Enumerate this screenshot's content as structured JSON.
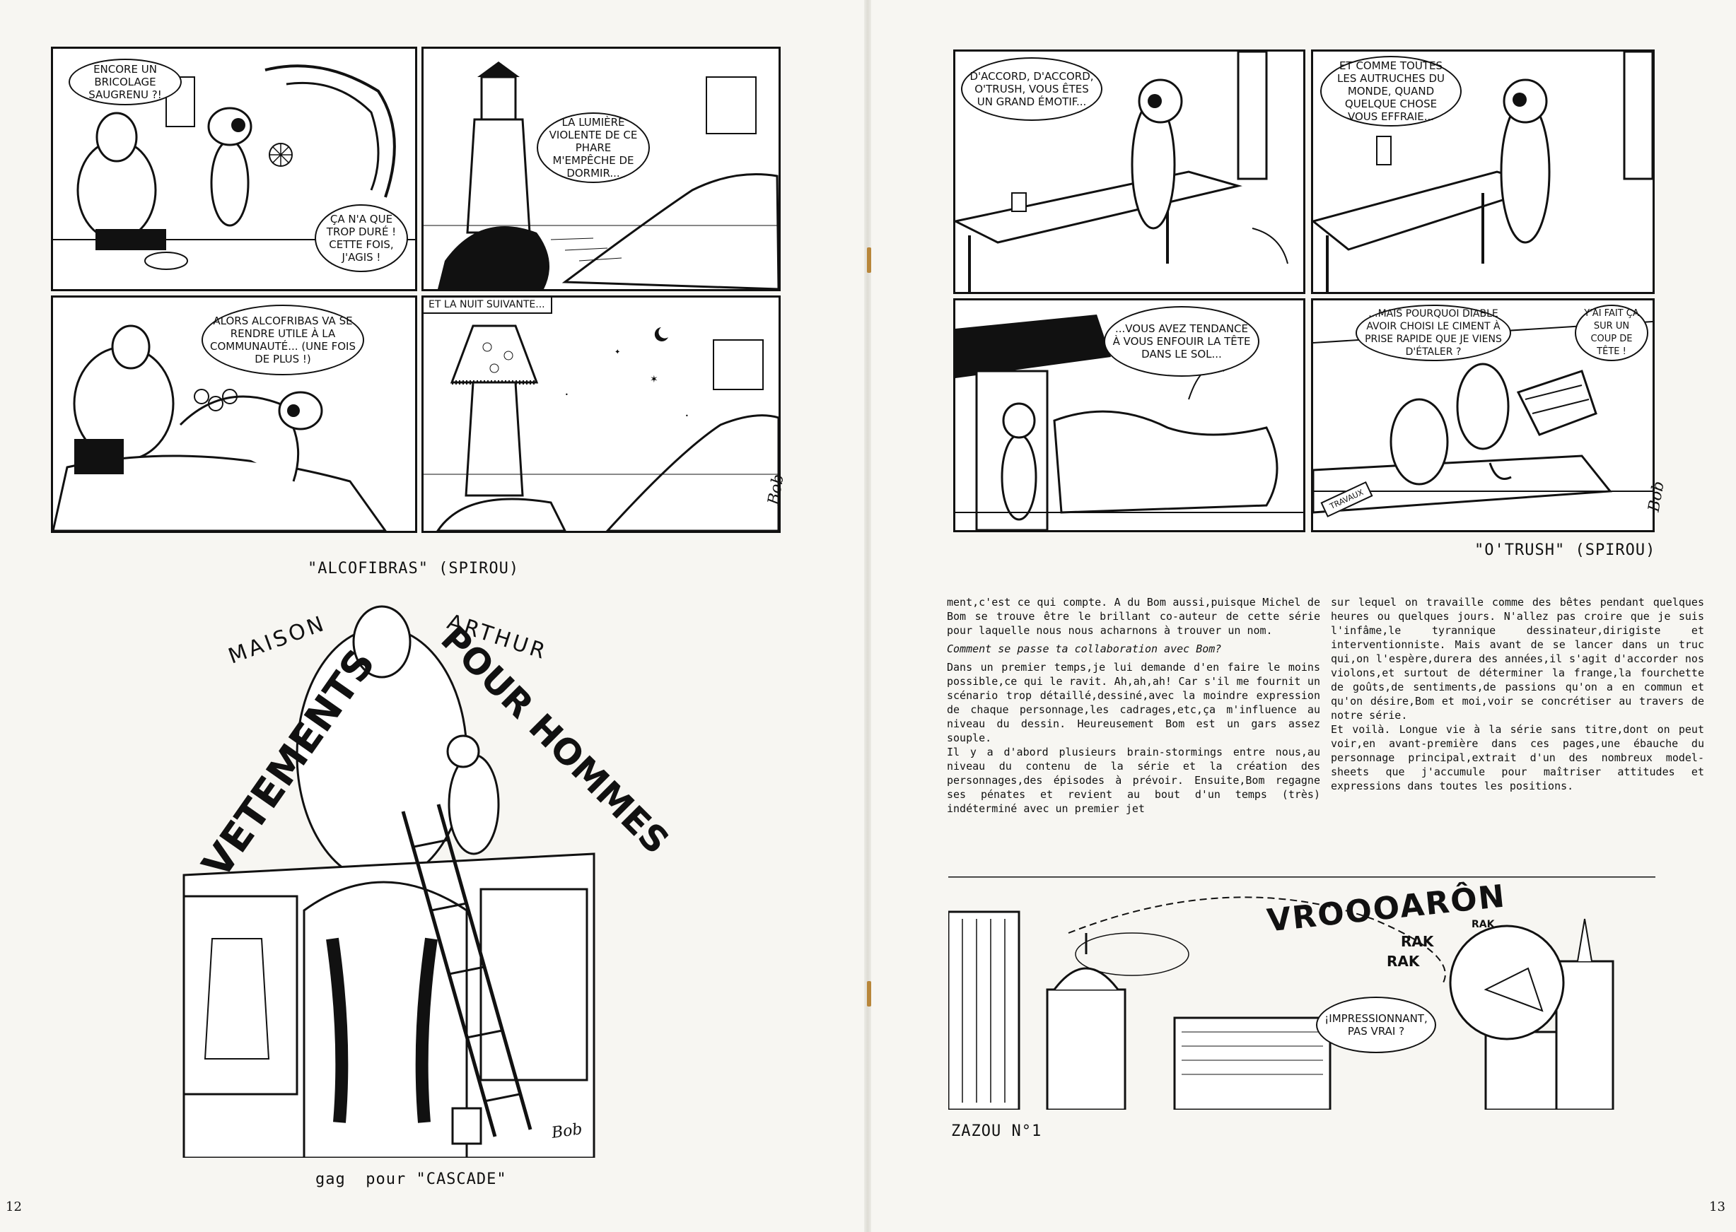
{
  "left_page": {
    "strip": {
      "panels": [
        {
          "bubbles": [
            "ENCORE UN BRICOLAGE SAUGRENU ?!",
            "ÇA N'A QUE TROP DURÉ ! CETTE FOIS, J'AGIS !"
          ]
        },
        {
          "bubbles": [
            "LA LUMIÈRE VIOLENTE DE CE PHARE M'EMPÊCHE DE DORMIR..."
          ]
        },
        {
          "bubbles": [
            "ALORS ALCOFRIBAS VA SE RENDRE UTILE À LA COMMUNAUTÉ... (UNE FOIS DE PLUS !)"
          ]
        },
        {
          "caption": "ET LA NUIT SUIVANTE..."
        }
      ],
      "signature": "Bob"
    },
    "strip_caption": "\"ALCOFIBRAS\" (SPIROU)",
    "illustration": {
      "sign_top_left": "MAISON",
      "sign_top_right": "ARTHUR",
      "sign_main_left": "VETEMENTS",
      "sign_main_right": "POUR HOMMES",
      "signature": "Bob"
    },
    "illustration_caption": "gag  pour \"CASCADE\"",
    "page_number": "12"
  },
  "right_page": {
    "strip": {
      "panels": [
        {
          "bubbles": [
            "D'ACCORD, D'ACCORD, O'TRUSH, VOUS ÊTES UN GRAND ÉMOTIF..."
          ]
        },
        {
          "bubbles": [
            "ET COMME TOUTES LES AUTRUCHES DU MONDE, QUAND QUELQUE CHOSE VOUS EFFRAIE..."
          ]
        },
        {
          "bubbles": [
            "...VOUS AVEZ TENDANCE À VOUS ENFOUIR LA TÊTE DANS LE SOL..."
          ]
        },
        {
          "bubbles": [
            "...MAIS POURQUOI DIABLE AVOIR CHOISI LE CIMENT À PRISE RAPIDE QUE JE VIENS D'ÉTALER ?",
            "Y'AI FAIT ÇA SUR UN COUP DE TÊTE !"
          ],
          "sign": "TRAVAUX"
        }
      ],
      "signature": "Bob"
    },
    "strip_caption": "\"O'TRUSH\" (SPIROU)",
    "article": {
      "col1": [
        "ment,c'est  ce qui compte.  A du Bom aussi,puisque Michel de Bom se trouve être le brillant co-auteur de cette série pour laquelle nous nous acharnons à trouver un nom.",
        "Comment se passe ta collaboration avec Bom?",
        "Dans un premier temps,je lui demande d'en faire le moins possible,ce qui le ravit. Ah,ah,ah! Car s'il me fournit un scénario trop  détaillé,dessiné,avec la moindre expression de chaque personnage,les cadrages,etc,ça m'influence au niveau du dessin. Heureusement Bom est un gars assez souple.",
        "Il y a d'abord plusieurs brain-stormings entre nous,au niveau du contenu de la série  et la création  des personnages,des épisodes  à prévoir. Ensuite,Bom regagne ses pénates  et revient  au bout d'un temps (très) indéterminé  avec un premier jet"
      ],
      "col2": [
        "sur lequel  on travaille  comme des bêtes  pendant quelques heures ou quelques jours.  N'allez pas croire que je suis l'infâme,le tyrannique dessinateur,dirigiste et interventionniste. Mais avant de se lancer  dans un truc qui,on l'espère,durera des années,il s'agit d'accorder nos violons,et surtout de déterminer  la frange,la fourchette de goûts,de sentiments,de passions  qu'on a en commun et qu'on désire,Bom et moi,voir  se concrétiser au travers de notre série.",
        "Et voilà. Longue vie à la série sans titre,dont on peut  voir,en  avant-première  dans  ces pages,une ébauche du personnage principal,extrait d'un des nombreux model-sheets  que j'accumule pour maîtriser attitudes et expressions dans toutes les positions."
      ]
    },
    "zazou": {
      "sfx_vroom": "VROOOARÔN",
      "sfx_rak": [
        "RAK",
        "RAK",
        "RAK"
      ],
      "bubble": "¡IMPRESSIONNANT, PAS VRAI ?"
    },
    "zazou_caption": "ZAZOU N°1",
    "page_number": "13"
  }
}
